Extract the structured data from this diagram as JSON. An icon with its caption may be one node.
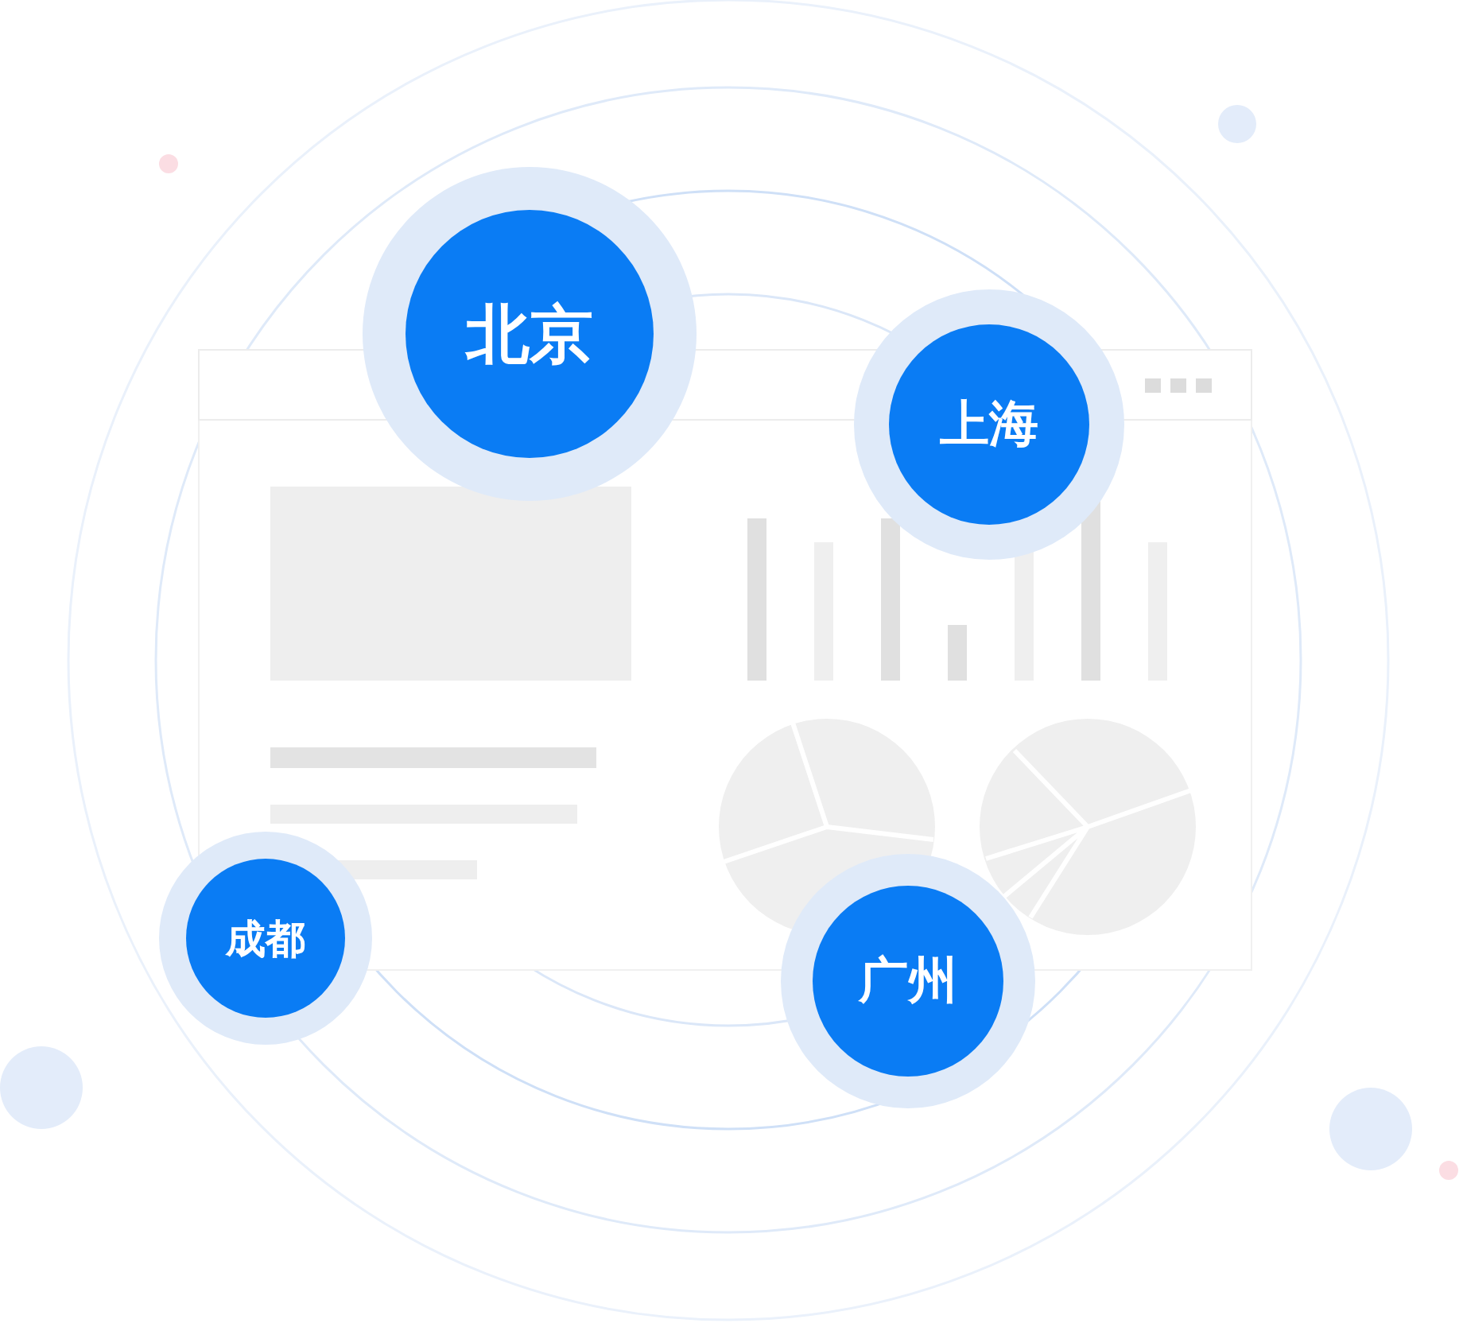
{
  "diagram": {
    "nodes": [
      {
        "text": [
          "北京"
        ]
      },
      {
        "text": [
          "上海"
        ]
      },
      {
        "text": [
          "成都"
        ]
      },
      {
        "text": [
          "广州"
        ]
      }
    ]
  }
}
